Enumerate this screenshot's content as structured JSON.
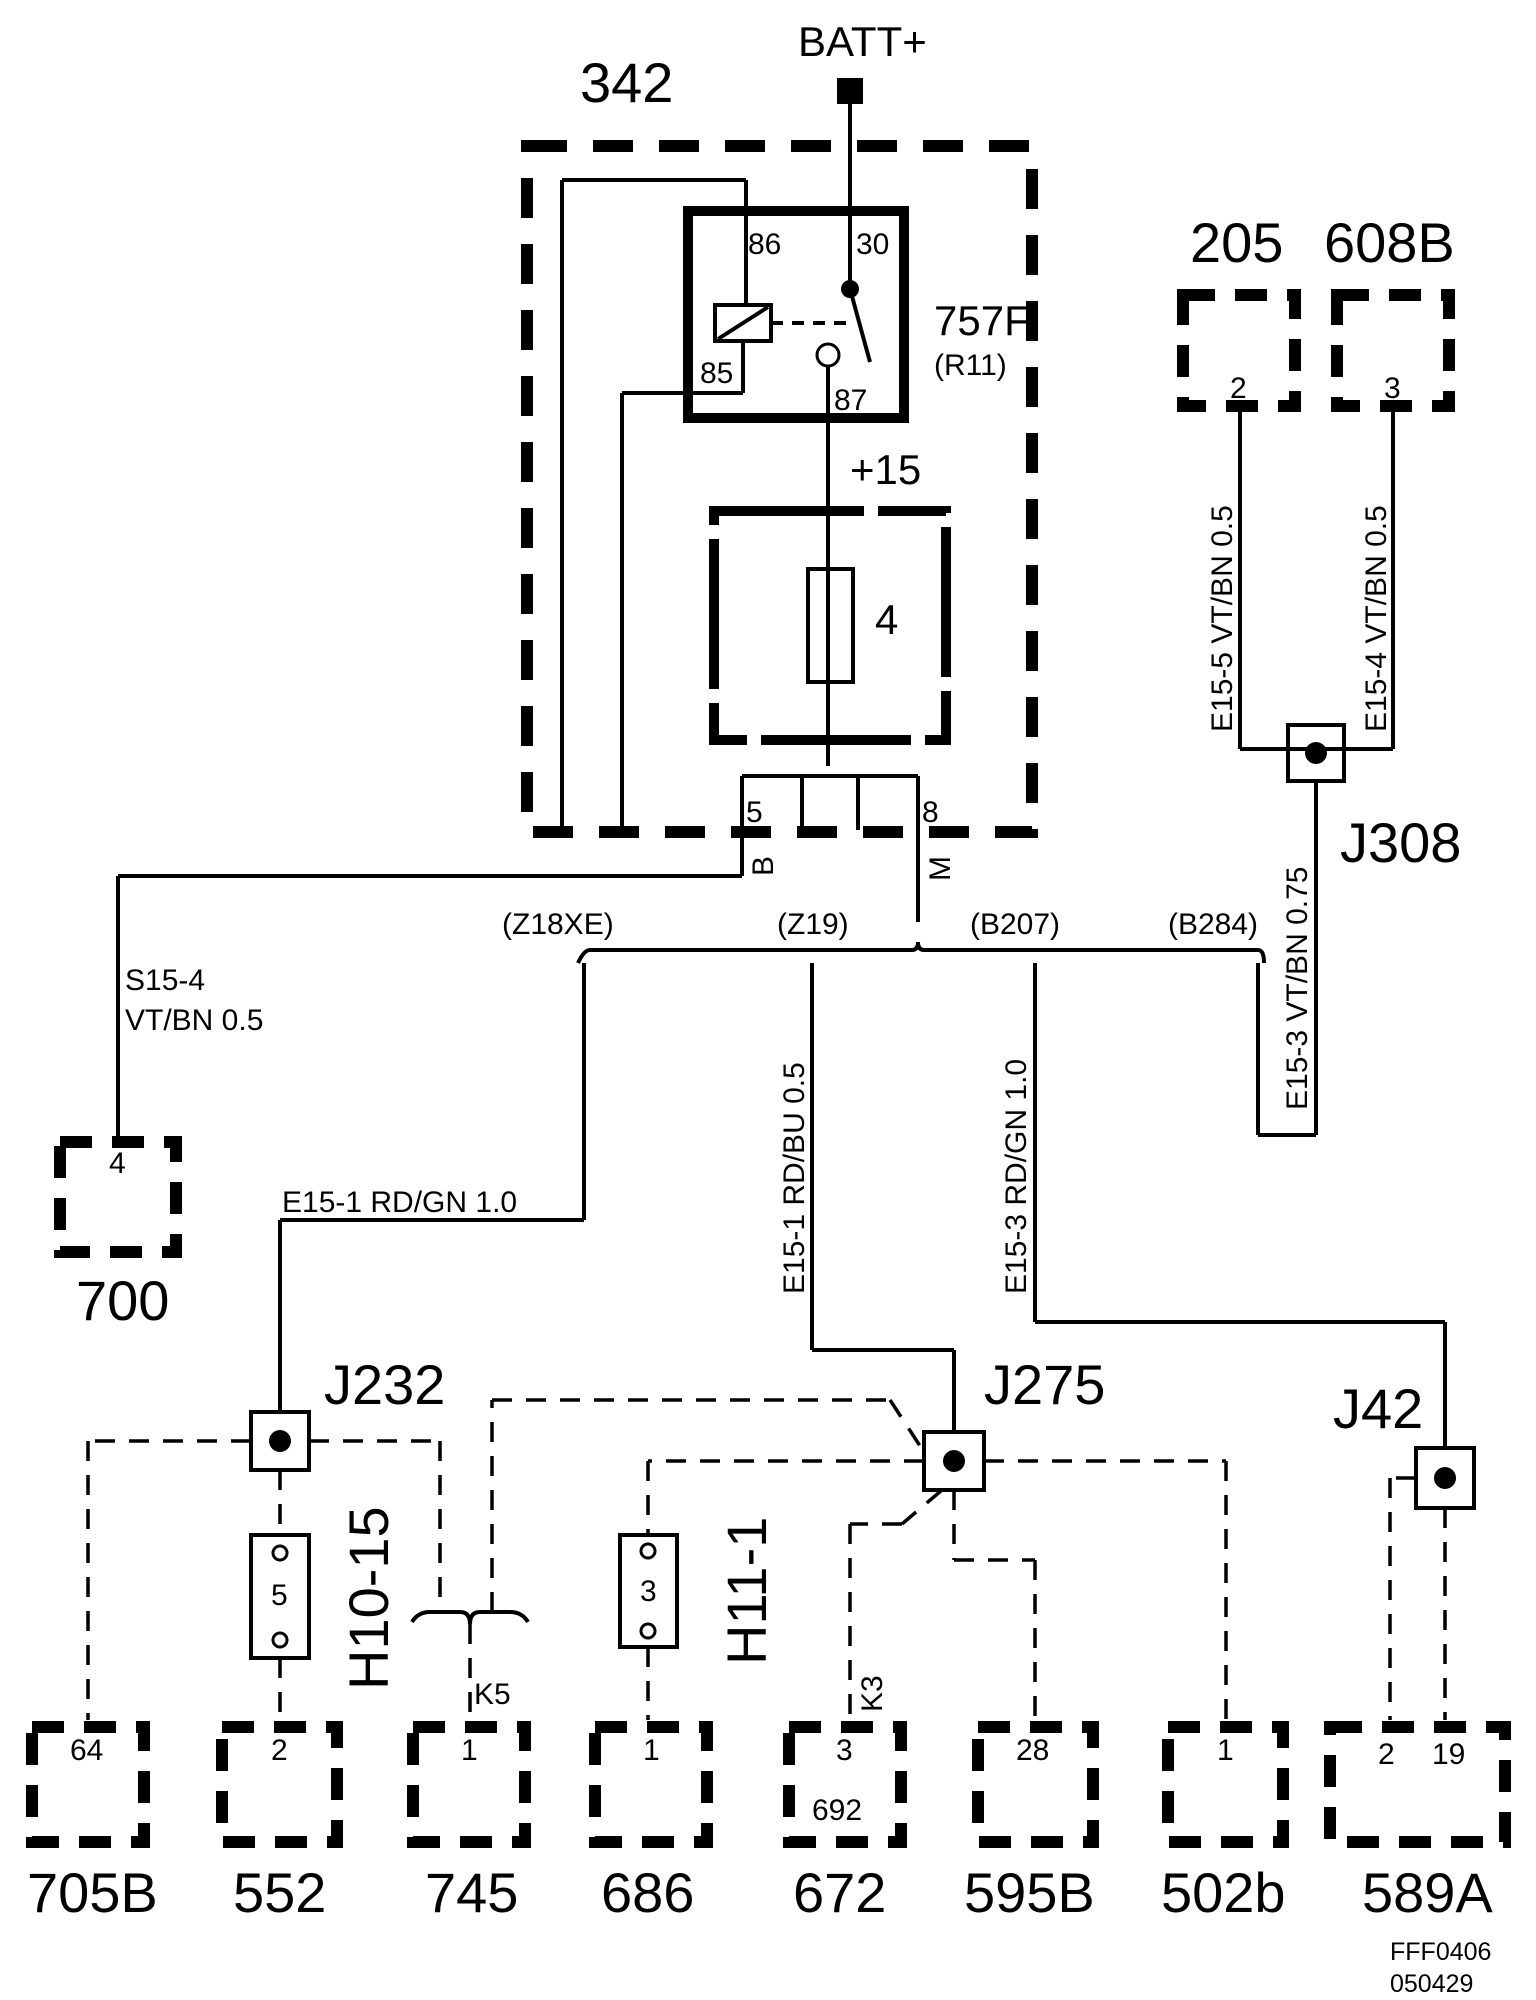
{
  "diagram_code": "FFF0406",
  "diagram_date": "050429",
  "supply": {
    "label": "BATT+"
  },
  "fusebox": {
    "id": "342",
    "fuse_number": "4",
    "ignition_label": "+15",
    "pin_b": "5",
    "pin_b_letter": "B",
    "pin_m": "8",
    "pin_m_letter": "M"
  },
  "relay": {
    "id": "757F",
    "sub": "(R11)",
    "pins": {
      "p86": "86",
      "p30": "30",
      "p85": "85",
      "p87": "87"
    }
  },
  "variants": {
    "v1": "(Z18XE)",
    "v2": "(Z19)",
    "v3": "(B207)",
    "v4": "(B284)"
  },
  "top_connectors": [
    {
      "id": "205",
      "pin": "2",
      "wire": "E15-5  VT/BN  0.5"
    },
    {
      "id": "608B",
      "pin": "3",
      "wire": "E15-4  VT/BN  0.5"
    }
  ],
  "splices": {
    "j308": "J308",
    "j232": "J232",
    "j275": "J275",
    "j42": "J42"
  },
  "wires": {
    "s15_4_line1": "S15-4",
    "s15_4_line2": "VT/BN   0.5",
    "e15_1_left": "E15-1  RD/GN  1.0",
    "e15_1_mid": "E15-1  RD/BU  0.5",
    "e15_3_mid": "E15-3  RD/GN  1.0",
    "e15_3_right": "E15-3  VT/BN 0.75"
  },
  "fuses": {
    "h10_15": {
      "label": "H10-15",
      "number": "5"
    },
    "h11_1": {
      "label": "H11-1",
      "number": "3"
    }
  },
  "connector_700": {
    "id": "700",
    "pin": "4"
  },
  "k_labels": {
    "k5": "K5",
    "k3": "K3"
  },
  "bottom_connectors": [
    {
      "id": "705B",
      "pins": [
        "64"
      ]
    },
    {
      "id": "552",
      "pins": [
        "2"
      ]
    },
    {
      "id": "745",
      "pins": [
        "1"
      ]
    },
    {
      "id": "686",
      "pins": [
        "1"
      ]
    },
    {
      "id": "672",
      "pins": [
        "3"
      ],
      "sub": "692"
    },
    {
      "id": "595B",
      "pins": [
        "28"
      ]
    },
    {
      "id": "502b",
      "pins": [
        "1"
      ]
    },
    {
      "id": "589A",
      "pins": [
        "2",
        "19"
      ]
    }
  ]
}
